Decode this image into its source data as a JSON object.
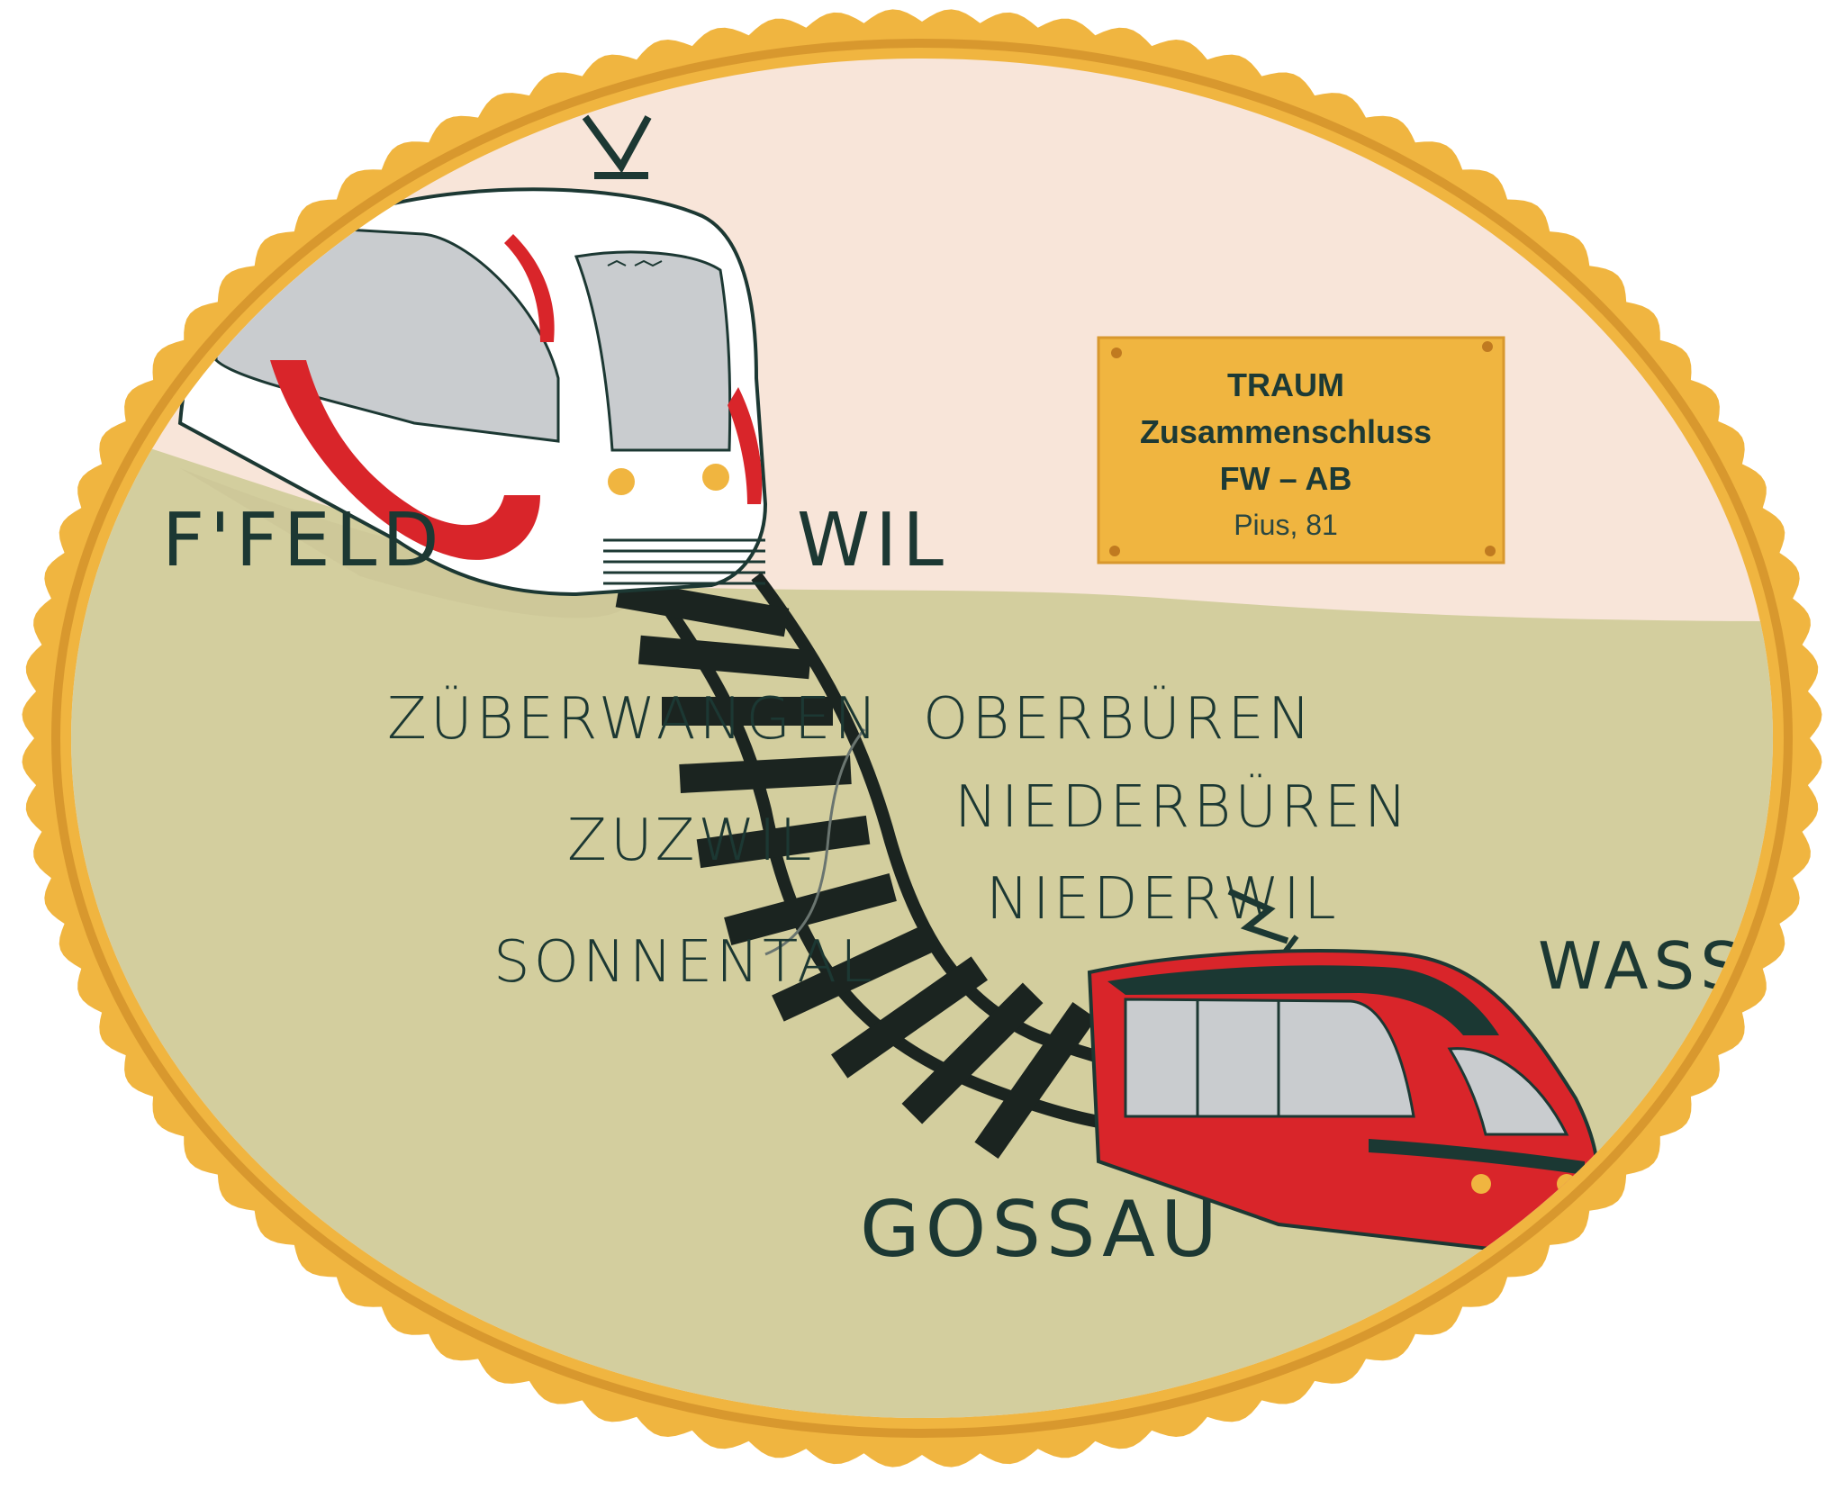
{
  "colors": {
    "frame_gold": "#f0b540",
    "frame_ring": "#d8982e",
    "sky": "#f8e5d9",
    "field": "#d3ce9e",
    "ink": "#1c3833",
    "train_red": "#d9252a",
    "sign": "#f0b540"
  },
  "places": {
    "ffeld": "F'FELD",
    "wil": "WIL",
    "wass": "WASS",
    "gossau": "GOSSAU",
    "zuberwangen": "ZÜBERWANGEN",
    "zuzwil": "ZUZWIL",
    "sonnental": "SONNENTAL",
    "oberburen": "OBERBÜREN",
    "niederburen": "NIEDERBÜREN",
    "niederwil": "NIEDERWIL"
  },
  "sign": {
    "line1": "TRAUM",
    "line2": "Zusammenschluss",
    "line3": "FW – AB",
    "line4": "Pius, 81"
  }
}
